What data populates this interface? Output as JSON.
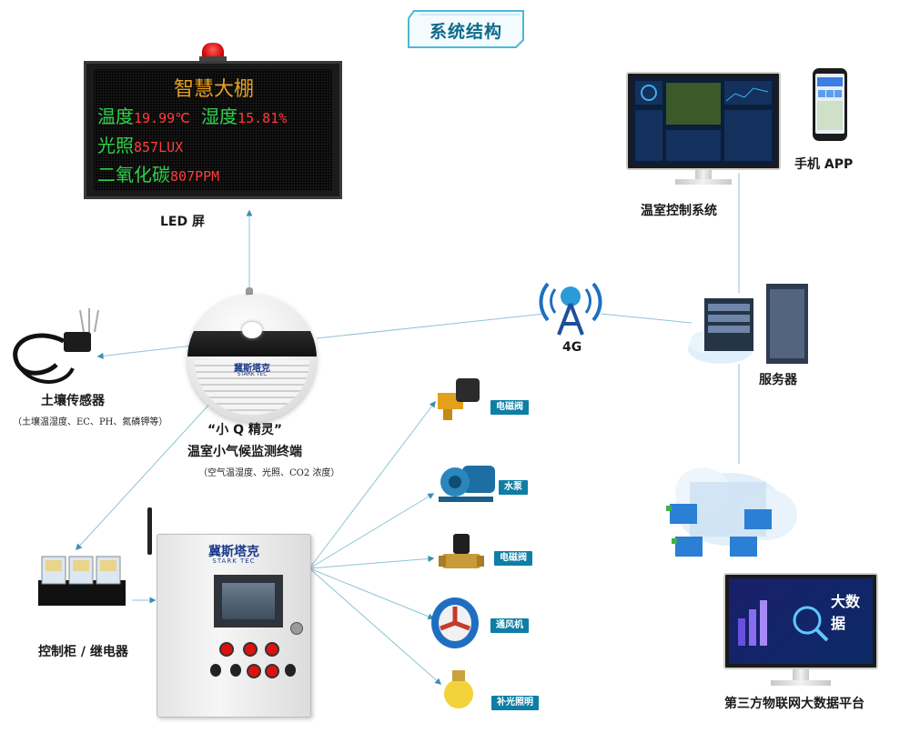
{
  "title": "系统结构",
  "led": {
    "label": "LED 屏",
    "line1": "智慧大棚",
    "line2_a": "温度",
    "line2_b": "19.99℃",
    "line2_c": "湿度",
    "line2_d": "15.81%",
    "line3_a": "光照",
    "line3_b": "857LUX",
    "line4_a": "二氧化碳",
    "line4_b": "807PPM"
  },
  "terminal": {
    "name": "“小 Q 精灵”",
    "label": "温室小气候监测终端",
    "note": "（空气温湿度、光照、CO2 浓度）",
    "brand": "冀斯塔克",
    "brand_sub": "STARK TEC"
  },
  "soil": {
    "label": "土壤传感器",
    "note": "（土壤温湿度、EC、PH、氮磷钾等）"
  },
  "cabinet": {
    "label": "控制柜 / 继电器",
    "brand": "冀斯塔克",
    "brand_sub": "STARK TEC"
  },
  "network": {
    "label": "4G"
  },
  "server": {
    "label": "服务器"
  },
  "control_system": {
    "label": "温室控制系统"
  },
  "phone": {
    "label": "手机 APP"
  },
  "platform": {
    "label": "第三方物联网大数据平台",
    "screen_text": "大数据"
  },
  "actuators": [
    {
      "label": "电磁阀"
    },
    {
      "label": "水泵"
    },
    {
      "label": "电磁阀"
    },
    {
      "label": "通风机"
    },
    {
      "label": "补光照明"
    }
  ],
  "colors": {
    "accent": "#0e7ea5",
    "led_orange": "#e8a020",
    "led_green": "#2fd14a",
    "led_red": "#ff3b3b"
  }
}
